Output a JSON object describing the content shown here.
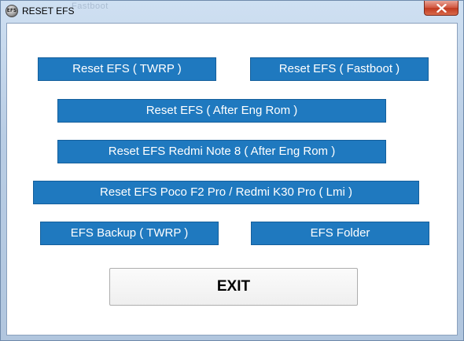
{
  "window": {
    "title": "RESET EFS",
    "app_icon_text": "EFS",
    "background_title_ghost": "Fastboot"
  },
  "buttons": {
    "reset_twrp": "Reset EFS ( TWRP )",
    "reset_fastboot": "Reset EFS ( Fastboot )",
    "reset_after_eng_rom": "Reset EFS (  After Eng Rom  )",
    "reset_redmi_note8": "Reset EFS Redmi Note 8  ( After Eng Rom )",
    "reset_poco_f2": "Reset EFS Poco F2 Pro / Redmi K30 Pro ( Lmi )",
    "efs_backup": "EFS Backup ( TWRP )",
    "efs_folder": "EFS Folder",
    "exit": "EXIT"
  },
  "colors": {
    "button_blue": "#1f79bf",
    "button_text": "#ffffff",
    "close_red": "#c0391f"
  }
}
